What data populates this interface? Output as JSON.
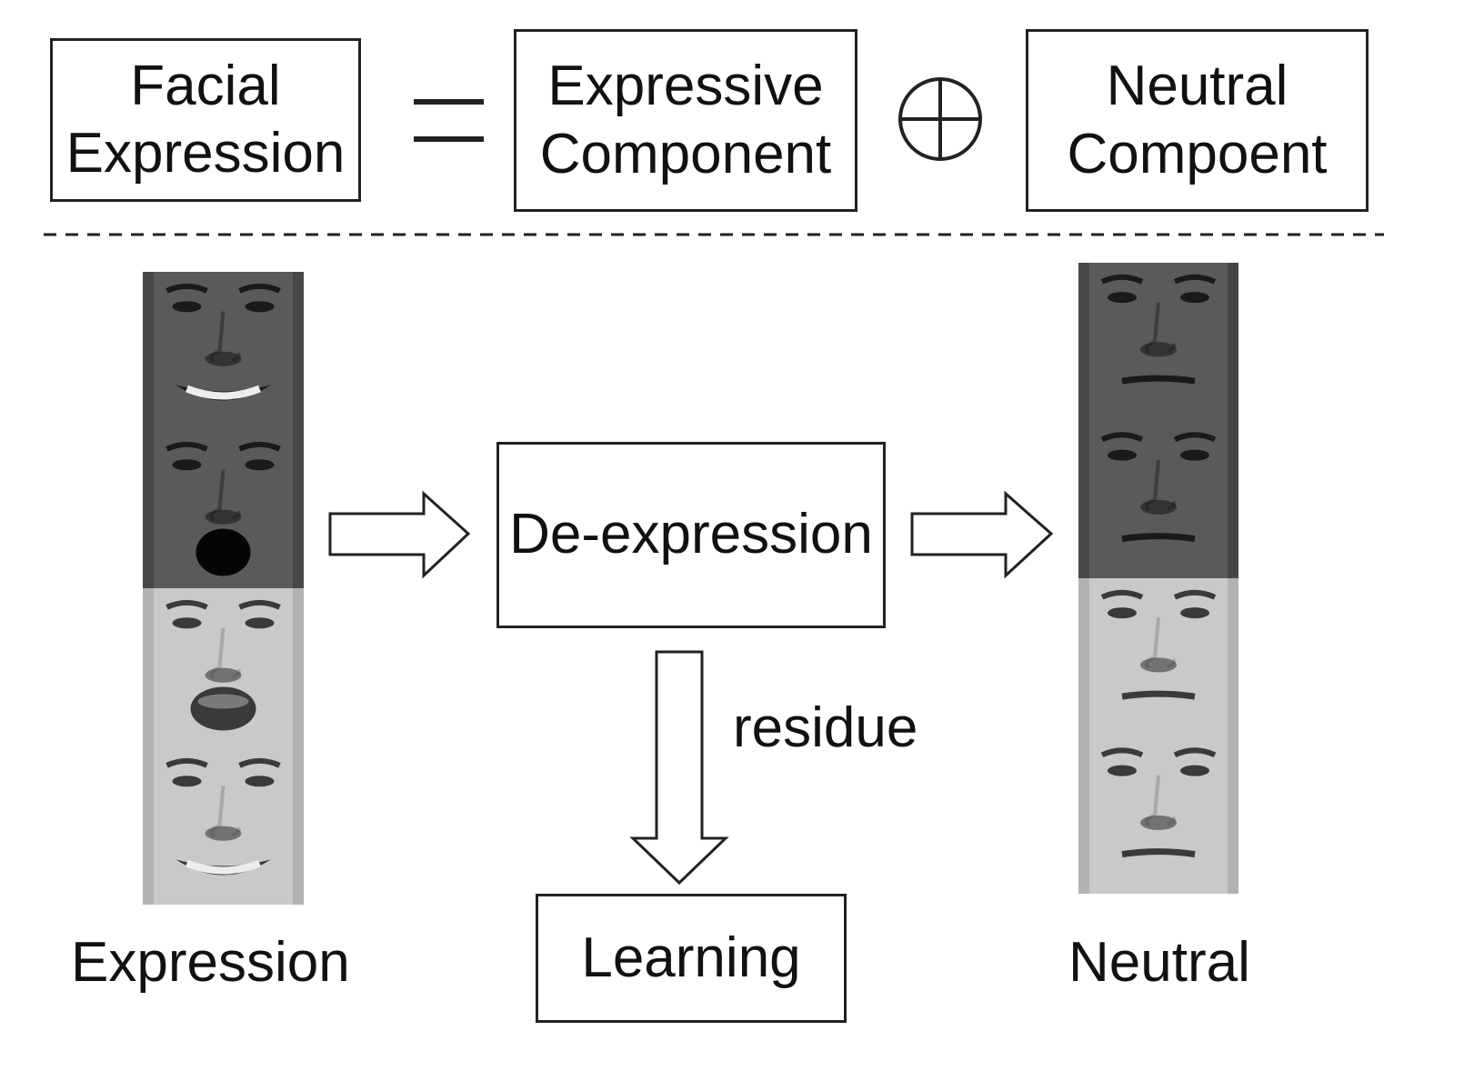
{
  "equation": {
    "facial_expression_lines": [
      "Facial",
      "Expression"
    ],
    "equals_symbol": "=",
    "expressive_component_lines": [
      "Expressive",
      "Component"
    ],
    "oplus_symbol": "⊕",
    "neutral_component_lines": [
      "Neutral",
      "Compoent"
    ]
  },
  "pipeline": {
    "deexpression_label": "De-expression",
    "residue_label": "residue",
    "learning_label": "Learning",
    "expression_caption": "Expression",
    "neutral_caption": "Neutral"
  },
  "faces": {
    "expression_column": [
      {
        "kind": "smiling face",
        "mouth": "smile"
      },
      {
        "kind": "surprised face",
        "mouth": "open-dark"
      },
      {
        "kind": "surprised face",
        "mouth": "open"
      },
      {
        "kind": "smiling face",
        "mouth": "smile"
      }
    ],
    "neutral_column": [
      {
        "kind": "neutral face",
        "mouth": "neutral"
      },
      {
        "kind": "neutral face",
        "mouth": "neutral"
      },
      {
        "kind": "neutral face",
        "mouth": "neutral"
      },
      {
        "kind": "neutral face",
        "mouth": "neutral"
      }
    ]
  },
  "colors": {
    "stroke": "#222222",
    "face_dark": "#4a4a4a",
    "face_light": "#c8c8c8"
  }
}
